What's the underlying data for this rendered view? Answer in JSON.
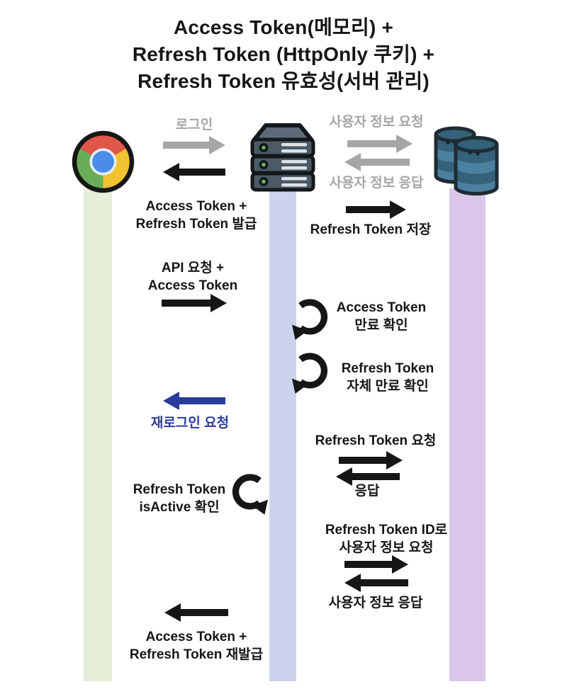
{
  "title": "Access Token(메모리) +\nRefresh Token (HttpOnly 쿠키) +\nRefresh Token 유효성(서버 관리)",
  "actors": {
    "browser_icon": "chrome-browser-icon",
    "server_icon": "server-rack-icon",
    "database_icon": "database-icon",
    "loop_icon": "self-loop-arrow-icon"
  },
  "messages": {
    "login": "로그인",
    "token_issue": "Access Token +\nRefresh Token 발급",
    "user_info_request": "사용자 정보 요청",
    "user_info_response": "사용자 정보 응답",
    "refresh_store": "Refresh Token 저장",
    "api_request": "API 요청 +\nAccess Token",
    "access_expiry_check": "Access Token\n만료 확인",
    "refresh_expiry_check": "Refresh Token\n자체 만료 확인",
    "relogin_request": "재로그인 요청",
    "refresh_request": "Refresh Token 요청",
    "response": "응답",
    "isactive_check": "Refresh Token\nisActive 확인",
    "user_info_by_id_request": "Refresh Token  ID로\n사용자 정보 요청",
    "user_info_response_2": "사용자 정보 응답",
    "token_reissue": "Access Token +\nRefresh Token 재발급"
  },
  "colors": {
    "lane_browser": "#e5eed9",
    "lane_server": "#cdd2ed",
    "lane_database": "#d9c6e9",
    "arrow_gray": "#a6a6a6",
    "text_gray": "#a6a6a6",
    "arrow_black": "#161616",
    "accent_blue": "#2b3c9e",
    "text_black": "#161616"
  }
}
